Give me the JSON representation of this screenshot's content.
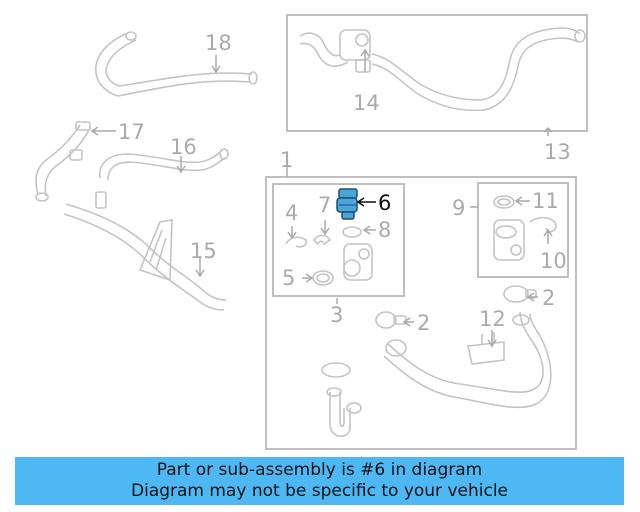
{
  "diagram": {
    "callouts": {
      "c1": "1",
      "c2a": "2",
      "c2b": "2",
      "c3": "3",
      "c4": "4",
      "c5": "5",
      "c6": "6",
      "c7": "7",
      "c8": "8",
      "c9": "9",
      "c10": "10",
      "c11": "11",
      "c12": "12",
      "c13": "13",
      "c14": "14",
      "c15": "15",
      "c16": "16",
      "c17": "17",
      "c18": "18"
    },
    "highlight_color": "#4aa6d8",
    "highlighted_part": "6"
  },
  "banner": {
    "line1": "Part or sub-assembly is #6 in diagram",
    "line2": "Diagram may not be specific to your vehicle",
    "background": "#4db8f4"
  }
}
